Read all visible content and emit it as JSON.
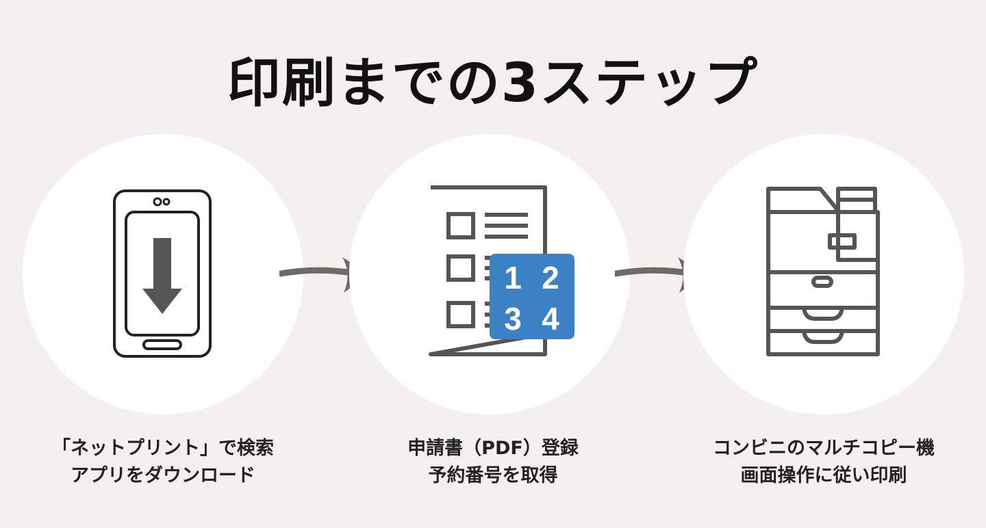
{
  "title": "印刷までの3ステップ",
  "colors": {
    "background": "#f5f0f0",
    "circle": "#ffffff",
    "icon_stroke": "#555555",
    "arrow": "#6b6b6b",
    "badge": "#3b82c4",
    "text": "#222222"
  },
  "steps": [
    {
      "icon": "smartphone-download-icon",
      "line1": "「ネットプリント」で検索",
      "line2": "アプリをダウンロード"
    },
    {
      "icon": "document-number-icon",
      "line1": "申請書（PDF）登録",
      "line2": "予約番号を取得",
      "badge_digits": [
        "1",
        "2",
        "3",
        "4"
      ]
    },
    {
      "icon": "multifunction-printer-icon",
      "line1": "コンビニのマルチコピー機",
      "line2": "画面操作に従い印刷"
    }
  ]
}
